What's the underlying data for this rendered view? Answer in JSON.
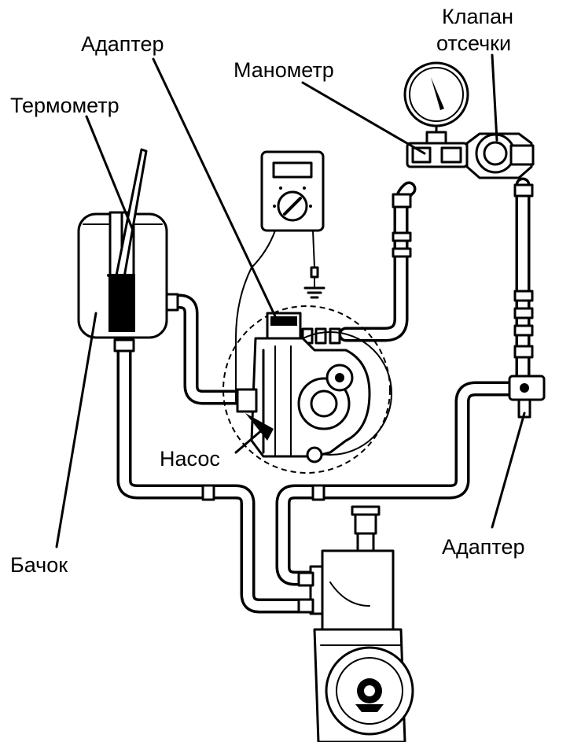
{
  "labels": {
    "adapter_top": "Адаптер",
    "thermometer": "Термометр",
    "manometer": "Манометр",
    "valve_line1": "Клапан",
    "valve_line2": "отсечки",
    "pump": "Насос",
    "reservoir": "Бачок",
    "adapter_right": "Адаптер"
  }
}
